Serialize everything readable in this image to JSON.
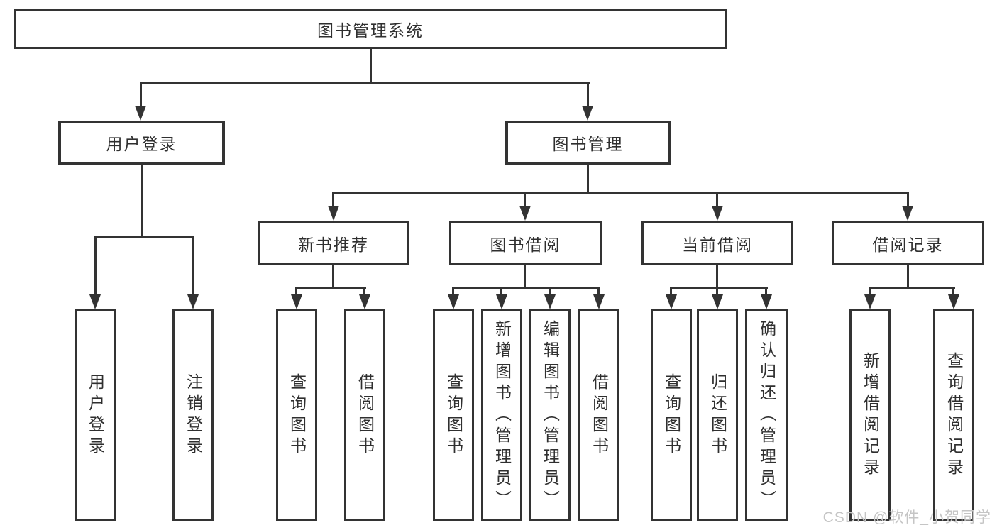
{
  "colors": {
    "line": "#333333",
    "text": "#2f2f2f",
    "background": "#ffffff",
    "watermark": "#c5c5c5"
  },
  "watermark": "CSDN @软件_小贺同学",
  "tree": {
    "label": "图书管理系统",
    "children": [
      {
        "label": "用户登录",
        "children": [
          {
            "label": "用户登录"
          },
          {
            "label": "注销登录"
          }
        ]
      },
      {
        "label": "图书管理",
        "children": [
          {
            "label": "新书推荐",
            "children": [
              {
                "label": "查询图书"
              },
              {
                "label": "借阅图书"
              }
            ]
          },
          {
            "label": "图书借阅",
            "children": [
              {
                "label": "查询图书"
              },
              {
                "label": "新增图书（管理员）"
              },
              {
                "label": "编辑图书（管理员）"
              },
              {
                "label": "借阅图书"
              }
            ]
          },
          {
            "label": "当前借阅",
            "children": [
              {
                "label": "查询图书"
              },
              {
                "label": "归还图书"
              },
              {
                "label": "确认归还（管理员）"
              }
            ]
          },
          {
            "label": "借阅记录",
            "children": [
              {
                "label": "新增借阅记录"
              },
              {
                "label": "查询借阅记录"
              }
            ]
          }
        ]
      }
    ]
  }
}
